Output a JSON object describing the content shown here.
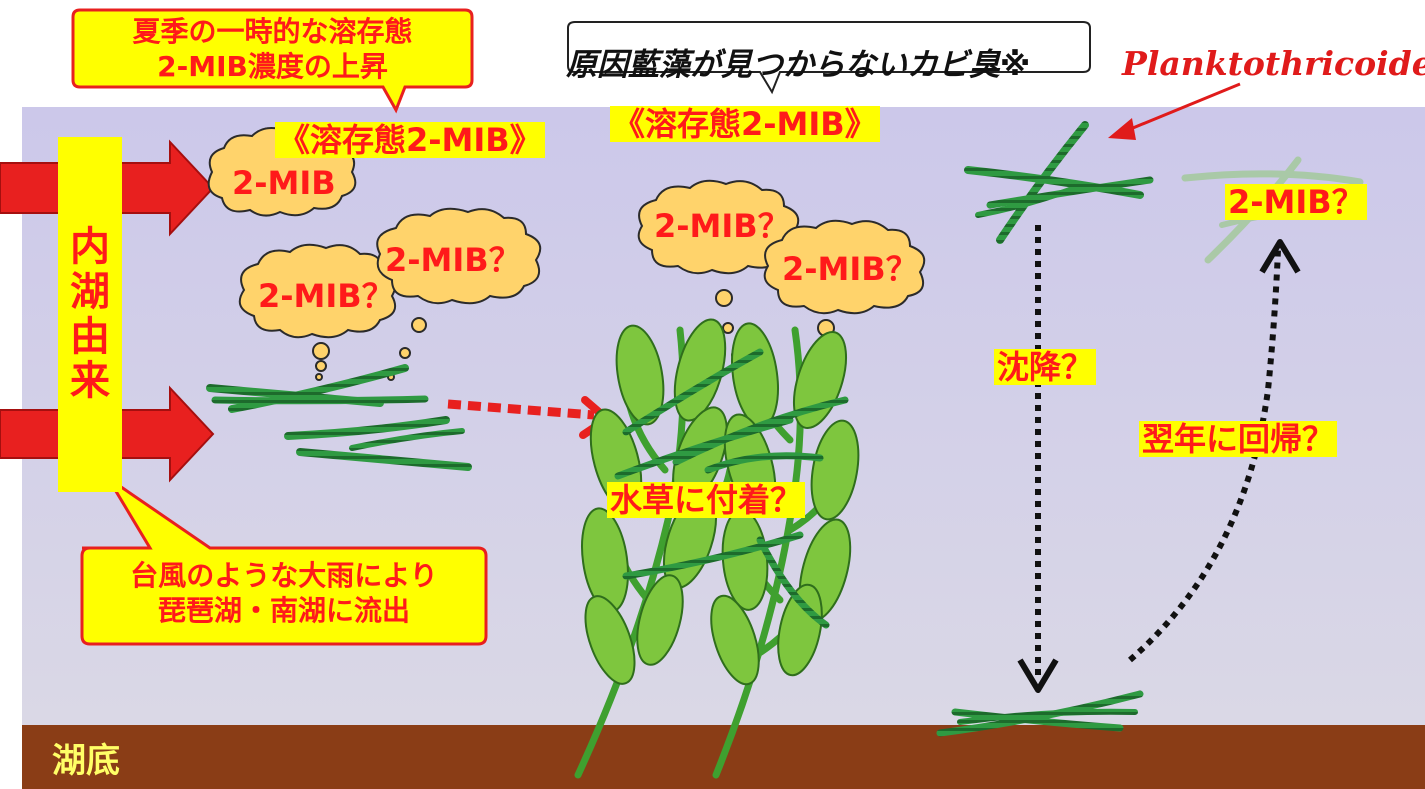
{
  "labels": {
    "callout_summer_line1": "夏季の一時的な溶存態",
    "callout_summer_line2": "2-MIB濃度の上昇",
    "cause_unknown": "原因藍藻が見つからないカビ臭※",
    "species": "Planktothricoides",
    "dissolved_left": "《溶存態2-MIB》",
    "dissolved_center": "《溶存態2-MIB》",
    "cloud_a": "2-MIB",
    "cloud_b": "2-MIB？",
    "cloud_c": "2-MIB？",
    "cloud_d": "2-MIB？",
    "cloud_e": "2-MIB？",
    "label_right_top": "2-MIB？",
    "origin_chars": [
      "内",
      "湖",
      "由",
      "来"
    ],
    "sinking": "沈降？",
    "return_next_year": "翌年に回帰？",
    "attach_weed": "水草に付着？",
    "callout_rain_line1": "台風のような大雨により",
    "callout_rain_line2": "琵琶湖・南湖に流出",
    "lake_bottom": "湖底"
  },
  "colors": {
    "water_top": "#ccc8ea",
    "water_bottom": "#d8d6e6",
    "sediment": "#8a3d16",
    "arrow_red": "#e8201f",
    "highlight_yellow": "#ffff00",
    "cloud_fill": "#ffd36b",
    "alga_green": "#2a8a3a",
    "weed_green": "#7ec63e"
  }
}
